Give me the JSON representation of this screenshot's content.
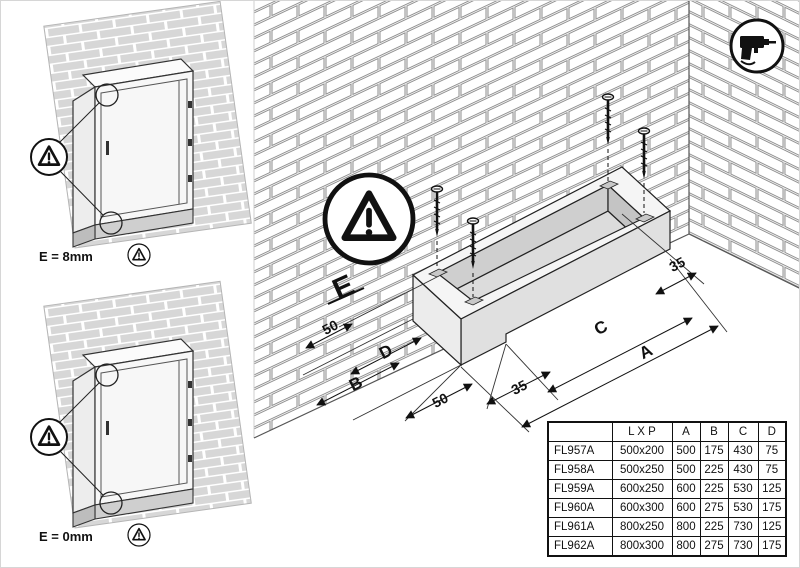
{
  "palette": {
    "line": "#1a1a1a",
    "brick": "#d7d7d7",
    "metal": "#e0e0e0",
    "background": "#ffffff"
  },
  "icons": {
    "top_right": "drill",
    "warning": "warning-triangle"
  },
  "side_panels": [
    {
      "label": "E = 8mm"
    },
    {
      "label": "E = 0mm"
    }
  ],
  "main_diagram": {
    "dimension_labels": {
      "e": "E",
      "left_50": "50",
      "d": "D",
      "b": "B",
      "bottom_50": "50",
      "bottom_35": "35",
      "c": "C",
      "a": "A",
      "right_35": "35"
    }
  },
  "table": {
    "headers": {
      "ref": "",
      "lxp": "L X P",
      "a": "A",
      "b": "B",
      "c": "C",
      "d": "D"
    },
    "rows": [
      {
        "ref": "FL957A",
        "lxp": "500x200",
        "a": "500",
        "b": "175",
        "c": "430",
        "d": "75"
      },
      {
        "ref": "FL958A",
        "lxp": "500x250",
        "a": "500",
        "b": "225",
        "c": "430",
        "d": "75"
      },
      {
        "ref": "FL959A",
        "lxp": "600x250",
        "a": "600",
        "b": "225",
        "c": "530",
        "d": "125"
      },
      {
        "ref": "FL960A",
        "lxp": "600x300",
        "a": "600",
        "b": "275",
        "c": "530",
        "d": "175"
      },
      {
        "ref": "FL961A",
        "lxp": "800x250",
        "a": "800",
        "b": "225",
        "c": "730",
        "d": "125"
      },
      {
        "ref": "FL962A",
        "lxp": "800x300",
        "a": "800",
        "b": "275",
        "c": "730",
        "d": "175"
      }
    ]
  }
}
